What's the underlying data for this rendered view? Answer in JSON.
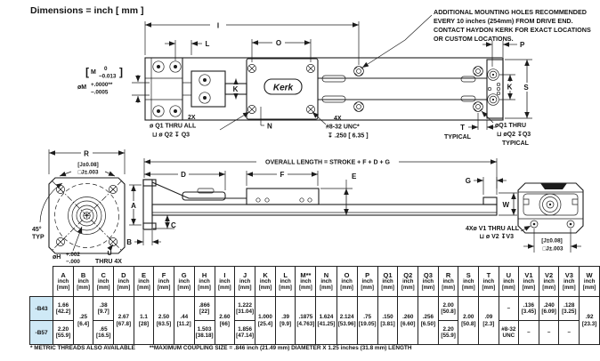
{
  "drawing": {
    "units_note": "Dimensions = inch [ mm ]",
    "logo": "Kerk",
    "labels": {
      "I": "I",
      "L": "L",
      "O": "O",
      "P": "P",
      "S": "S",
      "K": "K",
      "N": "N",
      "T": "T",
      "R": "R",
      "A": "A",
      "B": "B",
      "C": "C",
      "D": "D",
      "E": "E",
      "F": "F",
      "G": "G",
      "W": "W"
    },
    "typical": "TYPICAL",
    "m_callout": {
      "bracket_open": "[",
      "m": "M",
      "upper": "0",
      "lower": "−0.013",
      "bracket_close": "]",
      "dia": "øM",
      "plus": "+.0000**",
      "minus": "−.0005"
    },
    "q2x_note": {
      "qty": "2X",
      "line1": "ø Q1 THRU ALL",
      "line2": "⊔ ø Q2 ↧ Q3"
    },
    "screw_note": {
      "qty": "4X",
      "line1": "#8-32 UNC*",
      "line2": "↧ .250 [ 6.35 ]"
    },
    "mounting_note": [
      "ADDITIONAL MOUNTING HOLES RECOMMENDED",
      "EVERY 10 inches (254mm) FROM DRIVE END.",
      "CONTACT HAYDON KERK FOR EXACT LOCATIONS",
      "OR CUSTOM LOCATIONS."
    ],
    "q1_note": {
      "line1": "øQ1 THRU",
      "line2": "⊔ øQ2 ↧Q3",
      "line3": "TYPICAL"
    },
    "j_tol": {
      "mm": "[J±0.08]",
      "inch": "□J±.003"
    },
    "angle_note": {
      "angle": "45°",
      "typ": "TYP"
    },
    "h_callout": {
      "dia": "øH",
      "plus": "+.002",
      "minus": "−.000"
    },
    "u_note": {
      "u": "U",
      "thru": "THRU 4X"
    },
    "overall": "OVERALL LENGTH = STROKE + F + D + G",
    "v_note": {
      "line1": "4Xø V1 THRU ALL",
      "line2": "⊔ ø V2 ↧V3"
    }
  },
  "table": {
    "unit_top": "inch",
    "unit_bottom": "[mm]",
    "rows": [
      "-B43",
      "-B57"
    ],
    "columns": [
      {
        "key": "A",
        "rows": [
          [
            "1.66",
            "[42.2]"
          ],
          [
            "2.20",
            "[55.9]"
          ]
        ]
      },
      {
        "key": "B",
        "merged": [
          ".25",
          "[6.4]"
        ]
      },
      {
        "key": "C",
        "rows": [
          [
            ".38",
            "[9.7]"
          ],
          [
            ".65",
            "[16.5]"
          ]
        ]
      },
      {
        "key": "D",
        "merged": [
          "2.67",
          "[67.8]"
        ]
      },
      {
        "key": "E",
        "merged": [
          "1.1",
          "[28]"
        ]
      },
      {
        "key": "F",
        "merged": [
          "2.50",
          "[63.5]"
        ]
      },
      {
        "key": "G",
        "merged": [
          ".44",
          "[11.2]"
        ]
      },
      {
        "key": "H",
        "rows": [
          [
            ".866",
            "[22]"
          ],
          [
            "1.503",
            "[38.18]"
          ]
        ]
      },
      {
        "key": "I",
        "merged": [
          "2.60",
          "[66]"
        ]
      },
      {
        "key": "J",
        "rows": [
          [
            "1.222",
            "[31.04]"
          ],
          [
            "1.856",
            "[47.14]"
          ]
        ]
      },
      {
        "key": "K",
        "merged": [
          "1.000",
          "[25.4]"
        ]
      },
      {
        "key": "L",
        "merged": [
          ".39",
          "[9.9]"
        ]
      },
      {
        "key": "M**",
        "merged": [
          ".1875",
          "[4.763]"
        ]
      },
      {
        "key": "N",
        "merged": [
          "1.624",
          "[41.25]"
        ]
      },
      {
        "key": "O",
        "merged": [
          "2.124",
          "[53.96]"
        ]
      },
      {
        "key": "P",
        "merged": [
          ".75",
          "[19.05]"
        ]
      },
      {
        "key": "Q1",
        "merged": [
          ".150",
          "[3.81]"
        ]
      },
      {
        "key": "Q2",
        "merged": [
          ".260",
          "[6.60]"
        ]
      },
      {
        "key": "Q3",
        "merged": [
          ".256",
          "[6.50]"
        ]
      },
      {
        "key": "R",
        "rows": [
          [
            "2.00",
            "[50.8]"
          ],
          [
            "2.20",
            "[55.9]"
          ]
        ]
      },
      {
        "key": "S",
        "merged": [
          "2.00",
          "[50.8]"
        ]
      },
      {
        "key": "T",
        "merged": [
          ".09",
          "[2.3]"
        ]
      },
      {
        "key": "U",
        "rows": [
          [
            "–"
          ],
          [
            "#8-32",
            "UNC"
          ]
        ]
      },
      {
        "key": "V1",
        "rows": [
          [
            ".136",
            "[3.45]"
          ],
          [
            "–"
          ]
        ]
      },
      {
        "key": "V2",
        "rows": [
          [
            ".240",
            "[6.09]"
          ],
          [
            "–"
          ]
        ]
      },
      {
        "key": "V3",
        "rows": [
          [
            ".128",
            "[3.25]"
          ],
          [
            "–"
          ]
        ]
      },
      {
        "key": "W",
        "merged": [
          ".92",
          "[23.3]"
        ]
      }
    ]
  },
  "footnotes": {
    "f1": "* METRIC THREADS ALSO AVAILABLE",
    "f2": "**MAXIMUM COUPLING SIZE = .846 inch (21.49 mm) DIAMETER X 1.25 inches (31.8 mm) LENGTH"
  }
}
